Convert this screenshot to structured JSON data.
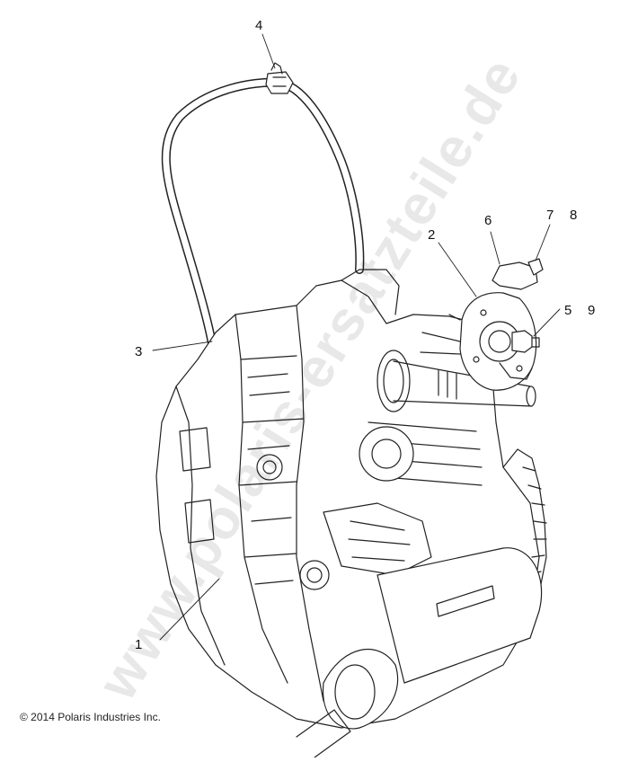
{
  "diagram": {
    "callouts": [
      "1",
      "2",
      "3",
      "4",
      "5",
      "6",
      "7",
      "8",
      "9"
    ],
    "copyright": "© 2014 Polaris Industries Inc.",
    "watermark": "www.polaris-ersatzteile.de"
  },
  "colors": {
    "line": "#222222",
    "background": "#ffffff",
    "watermark": "#000000"
  }
}
